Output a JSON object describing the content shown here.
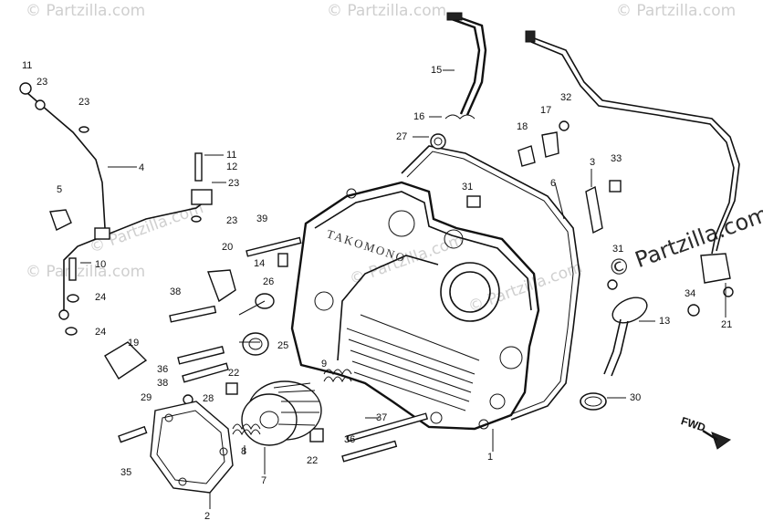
{
  "watermarks": {
    "small": [
      "© Partzilla.com",
      "© Partzilla.com",
      "© Partzilla.com",
      "© Partzilla.com",
      "© Partzilla.com",
      "© Partzilla.com",
      "© Partzilla.com"
    ],
    "brand": "© Partzilla.com"
  },
  "cast_lettering": "TAKOMONO",
  "fwd_label": "FWD",
  "callouts": [
    {
      "id": "c11a",
      "text": "11"
    },
    {
      "id": "c23a",
      "text": "23"
    },
    {
      "id": "c23b",
      "text": "23"
    },
    {
      "id": "c4",
      "text": "4"
    },
    {
      "id": "c5",
      "text": "5"
    },
    {
      "id": "c10",
      "text": "10"
    },
    {
      "id": "c24a",
      "text": "24"
    },
    {
      "id": "c24b",
      "text": "24"
    },
    {
      "id": "c11b",
      "text": "11"
    },
    {
      "id": "c12",
      "text": "12"
    },
    {
      "id": "c23c",
      "text": "23"
    },
    {
      "id": "c23d",
      "text": "23"
    },
    {
      "id": "c39",
      "text": "39"
    },
    {
      "id": "c20",
      "text": "20"
    },
    {
      "id": "c14",
      "text": "14"
    },
    {
      "id": "c38a",
      "text": "38"
    },
    {
      "id": "c26",
      "text": "26"
    },
    {
      "id": "c19",
      "text": "19"
    },
    {
      "id": "c36a",
      "text": "36"
    },
    {
      "id": "c38b",
      "text": "38"
    },
    {
      "id": "c25",
      "text": "25"
    },
    {
      "id": "c22a",
      "text": "22"
    },
    {
      "id": "c9",
      "text": "9"
    },
    {
      "id": "c29",
      "text": "29"
    },
    {
      "id": "c28",
      "text": "28"
    },
    {
      "id": "c35",
      "text": "35"
    },
    {
      "id": "c8",
      "text": "8"
    },
    {
      "id": "c7",
      "text": "7"
    },
    {
      "id": "c2",
      "text": "2"
    },
    {
      "id": "c22b",
      "text": "22"
    },
    {
      "id": "c37",
      "text": "37"
    },
    {
      "id": "c36b",
      "text": "36"
    },
    {
      "id": "c1",
      "text": "1"
    },
    {
      "id": "c15",
      "text": "15"
    },
    {
      "id": "c16",
      "text": "16"
    },
    {
      "id": "c27",
      "text": "27"
    },
    {
      "id": "c18",
      "text": "18"
    },
    {
      "id": "c17",
      "text": "17"
    },
    {
      "id": "c32",
      "text": "32"
    },
    {
      "id": "c3",
      "text": "3"
    },
    {
      "id": "c33",
      "text": "33"
    },
    {
      "id": "c31a",
      "text": "31"
    },
    {
      "id": "c6",
      "text": "6"
    },
    {
      "id": "c31b",
      "text": "31"
    },
    {
      "id": "c13",
      "text": "13"
    },
    {
      "id": "c34",
      "text": "34"
    },
    {
      "id": "c21",
      "text": "21"
    },
    {
      "id": "c30",
      "text": "30"
    }
  ]
}
